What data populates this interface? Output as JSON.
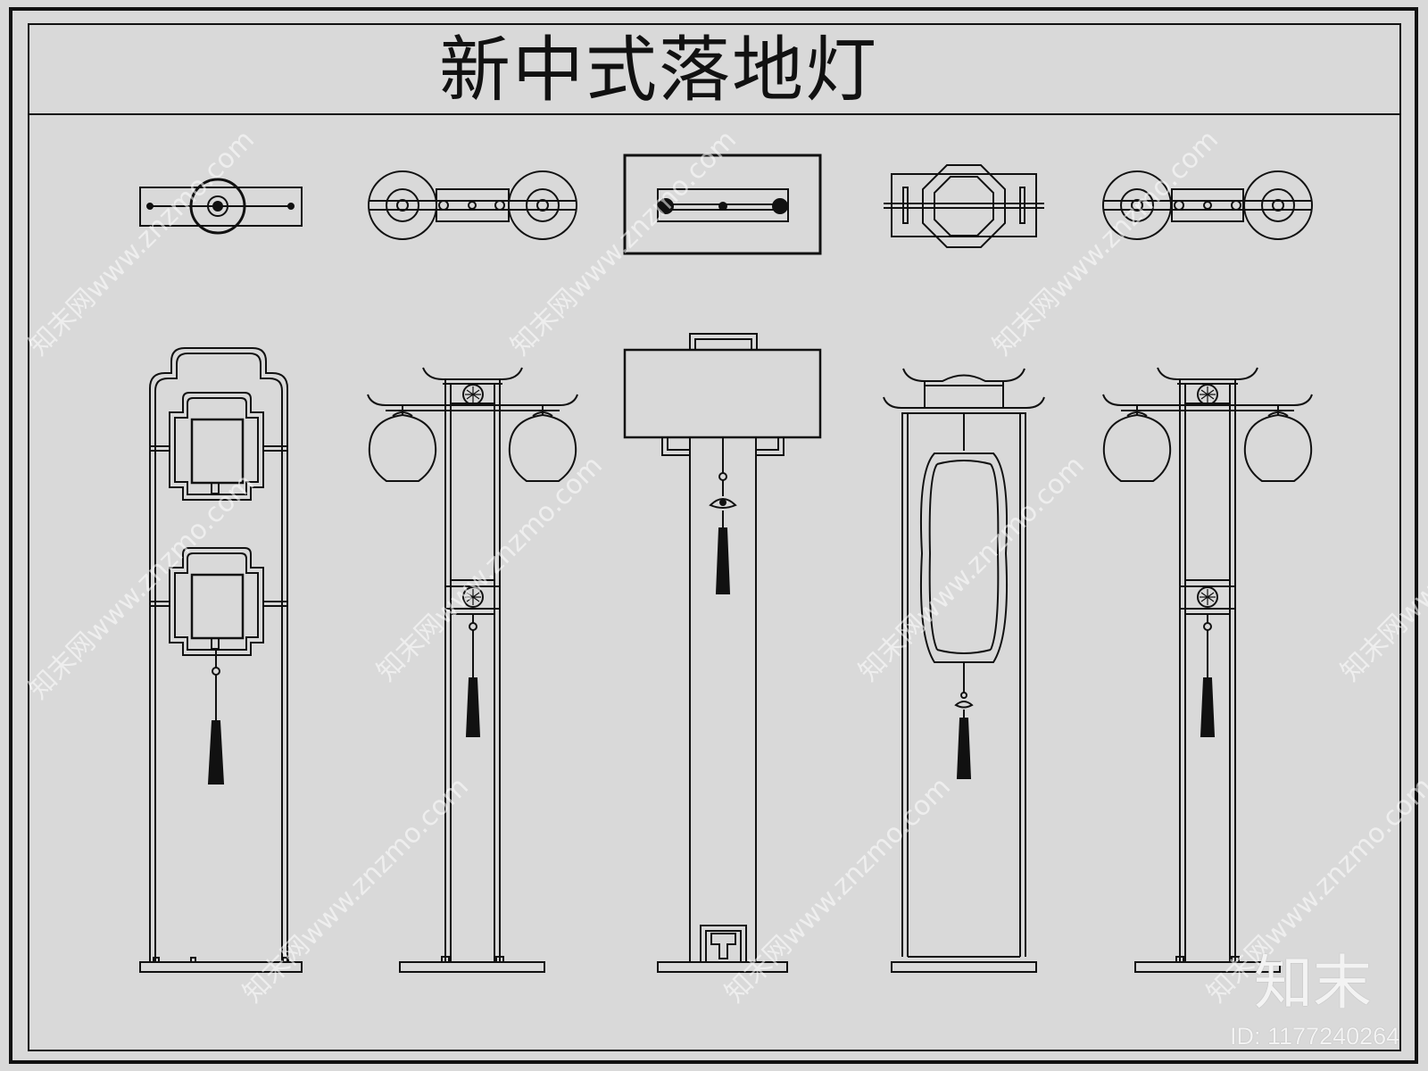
{
  "title": "新中式落地灯",
  "brand_logo": "知末",
  "id_label": "ID: 1177240264",
  "watermark_text": "知末网www.znzmo.com",
  "colors": {
    "background": "#d9d9d9",
    "line": "#111111",
    "watermark": "#ffffff"
  },
  "drawings": [
    {
      "top_view": "top-view-lamp-1",
      "elevation": "elevation-lamp-1"
    },
    {
      "top_view": "top-view-lamp-2",
      "elevation": "elevation-lamp-2"
    },
    {
      "top_view": "top-view-lamp-3",
      "elevation": "elevation-lamp-3"
    },
    {
      "top_view": "top-view-lamp-4",
      "elevation": "elevation-lamp-4"
    },
    {
      "top_view": "top-view-lamp-5",
      "elevation": "elevation-lamp-5"
    }
  ]
}
